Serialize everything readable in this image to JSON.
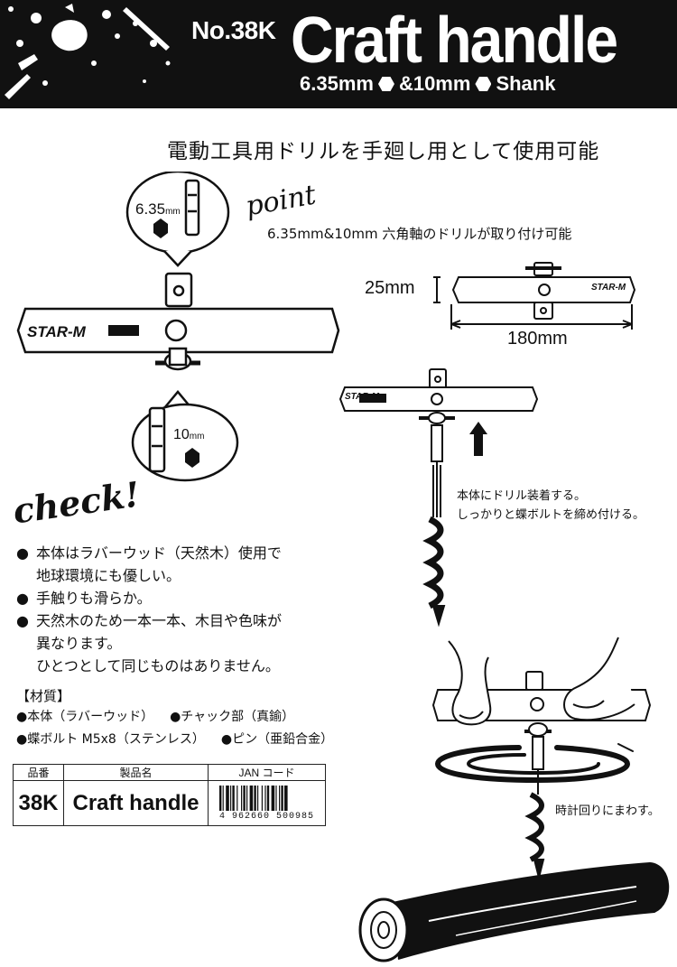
{
  "header": {
    "model_no": "No.38K",
    "product_name": "Craft handle",
    "shank_size_1": "6.35mm",
    "shank_size_2": "&10mm",
    "shank_word": "Shank"
  },
  "subtitle": "電動工具用ドリルを手廻し用として使用可能",
  "point": {
    "label": "point",
    "text": "6.35mm&10mm 六角軸のドリルが取り付け可能"
  },
  "bits": {
    "small_value": "6.35",
    "small_unit": "mm",
    "large_value": "10",
    "large_unit": "mm"
  },
  "dimensions": {
    "height": "25mm",
    "length": "180mm"
  },
  "brand": "STAR-M",
  "mount_note": {
    "line1": "本体にドリル装着する。",
    "line2": "しっかりと蝶ボルトを締め付ける。"
  },
  "rotate_note": "時計回りにまわす。",
  "check": {
    "label": "check!",
    "items": [
      {
        "line1": "本体はラバーウッド（天然木）使用で",
        "line2": "地球環境にも優しい。"
      },
      {
        "line1": "手触りも滑らか。"
      },
      {
        "line1": "天然木のため一本一本、木目や色味が",
        "line2": "異なります。",
        "line3": "ひとつとして同じものはありません。"
      }
    ]
  },
  "materials": {
    "title": "【材質】",
    "rows": [
      [
        "●本体（ラバーウッド）",
        "●チャック部（真鍮）"
      ],
      [
        "●蝶ボルト M5x8（ステンレス）",
        "●ピン（亜鉛合金）"
      ]
    ]
  },
  "product_table": {
    "headers": [
      "品番",
      "製品名",
      "JAN コード"
    ],
    "code": "38K",
    "name": "Craft handle",
    "jan": "4 962660 500985"
  },
  "colors": {
    "header_bg": "#111111",
    "ink": "#111111",
    "paper": "#ffffff"
  }
}
